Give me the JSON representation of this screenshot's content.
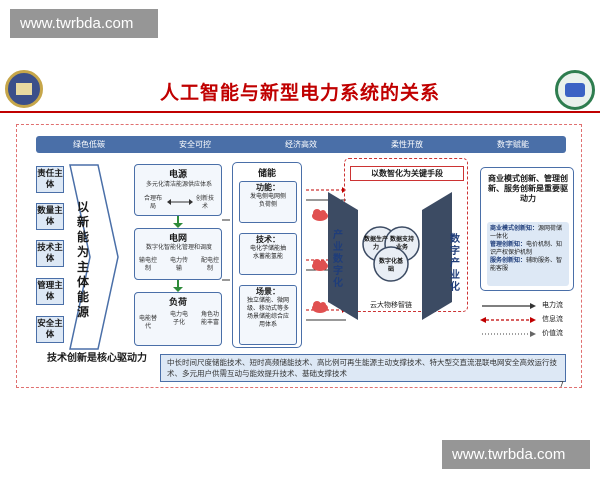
{
  "watermark": {
    "top": "www.twrbda.com",
    "bottom": "www.twrbda.com"
  },
  "title": "人工智能与新型电力系统的关系",
  "banner": [
    "绿色低碳",
    "安全可控",
    "经济高效",
    "柔性开放",
    "数字赋能"
  ],
  "subjects": [
    "责任主体",
    "数量主体",
    "技术主体",
    "管理主体",
    "安全主体"
  ],
  "chevron": "以新能为主体能源",
  "col2": {
    "source": {
      "title": "电源",
      "line": "多元化清洁能源供应体系",
      "a": "合理布局",
      "b": "创新技术"
    },
    "grid": {
      "title": "电网",
      "line": "数字化智能化管理和调度",
      "items": [
        "输电控制",
        "电力传输",
        "配电控制"
      ]
    },
    "load": {
      "title": "负荷",
      "items": [
        "电能替代",
        "电力电子化",
        "角色功能丰富"
      ]
    }
  },
  "col3": {
    "title": "储能",
    "function": {
      "label": "功能：",
      "text": "发电侧电网侧负荷侧"
    },
    "tech": {
      "label": "技术：",
      "text": "电化学储能抽水蓄能氢能"
    },
    "scene": {
      "label": "场景：",
      "text": "独立储能、微网级、移动式等多场景储能综合应用体系"
    }
  },
  "center": {
    "head": "以数智化为关键手段",
    "left": "产业数字化",
    "right": "数字产业化",
    "c1": "数据生产力",
    "c2": "数据支持业务",
    "c3": "数字化基础",
    "cloud": "云大物移智链"
  },
  "right": {
    "head": "商业模式创新、管理创新、服务创新是重要驱动力",
    "items": [
      {
        "k": "商业模式创新知：",
        "v": "源网荷储一体化"
      },
      {
        "k": "管理创新知：",
        "v": "电价机制、知识产权保护机制"
      },
      {
        "k": "服务创新知：",
        "v": "辅助服务、智能客服"
      }
    ]
  },
  "legend": [
    "电力流",
    "信息流",
    "价值流"
  ],
  "bottom": {
    "label": "技术创新是核心驱动力",
    "text": "中长时间尺度储能技术、短时高频储能技术、高比例可再生能源主动支撑技术、特大型交直流混联电网安全高效运行技术、多元用户供需互动与能效提升技术、基础支撑技术"
  },
  "page": "7",
  "colors": {
    "accent": "#c00000",
    "blue": "#4a6fa8",
    "dark": "#1f3d7a"
  }
}
